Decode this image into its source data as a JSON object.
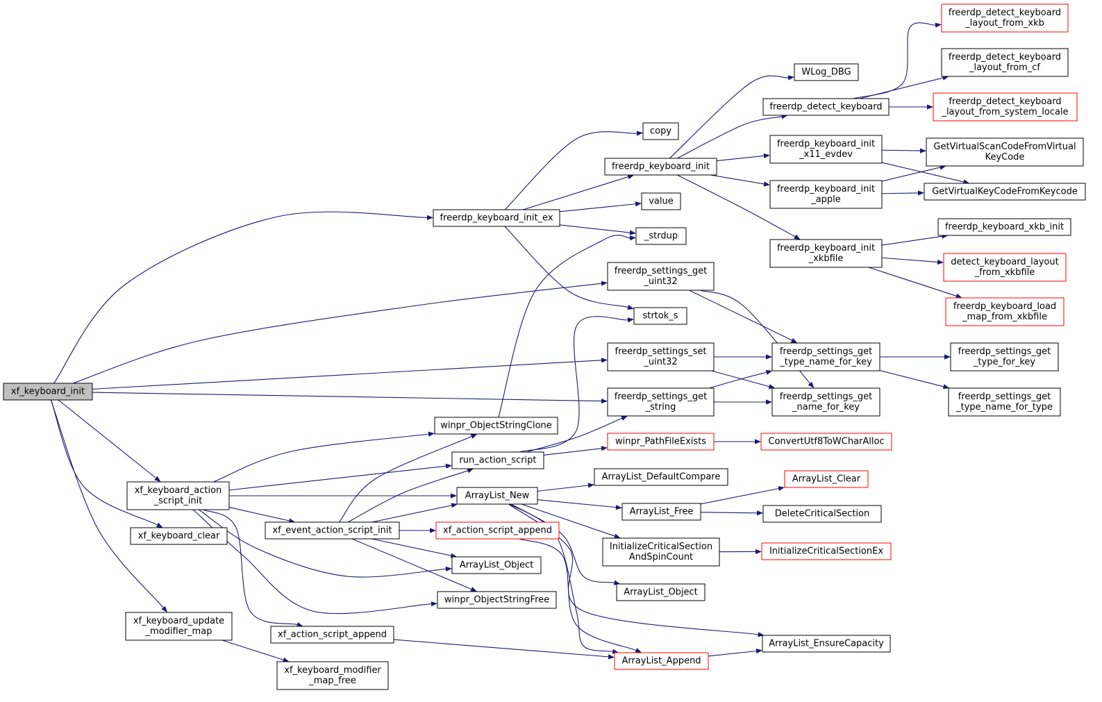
{
  "diagram": {
    "nodes": [
      {
        "id": "n0",
        "lines": [
          "xf_keyboard_init"
        ],
        "color": "root"
      },
      {
        "id": "n1",
        "lines": [
          "freerdp_keyboard_init_ex"
        ],
        "color": "black"
      },
      {
        "id": "n2",
        "lines": [
          "freerdp_settings_get",
          "_uint32"
        ],
        "color": "black"
      },
      {
        "id": "n3",
        "lines": [
          "freerdp_settings_set",
          "_uint32"
        ],
        "color": "black"
      },
      {
        "id": "n4",
        "lines": [
          "freerdp_settings_get",
          "_string"
        ],
        "color": "black"
      },
      {
        "id": "n5",
        "lines": [
          "xf_keyboard_action",
          "_script_init"
        ],
        "color": "black"
      },
      {
        "id": "n6",
        "lines": [
          "xf_keyboard_clear"
        ],
        "color": "black"
      },
      {
        "id": "n7",
        "lines": [
          "xf_keyboard_update",
          "_modifier_map"
        ],
        "color": "black"
      },
      {
        "id": "n8",
        "lines": [
          "xf_keyboard_modifier",
          "_map_free"
        ],
        "color": "black"
      },
      {
        "id": "n9",
        "lines": [
          "copy"
        ],
        "color": "black"
      },
      {
        "id": "n10",
        "lines": [
          "freerdp_keyboard_init"
        ],
        "color": "black"
      },
      {
        "id": "n11",
        "lines": [
          "value"
        ],
        "color": "black"
      },
      {
        "id": "n12",
        "lines": [
          "_strdup"
        ],
        "color": "black"
      },
      {
        "id": "n13",
        "lines": [
          "strtok_s"
        ],
        "color": "black"
      },
      {
        "id": "n14",
        "lines": [
          "WLog_DBG"
        ],
        "color": "black"
      },
      {
        "id": "n15",
        "lines": [
          "freerdp_detect_keyboard"
        ],
        "color": "black"
      },
      {
        "id": "n16",
        "lines": [
          "freerdp_keyboard_init",
          "_x11_evdev"
        ],
        "color": "black"
      },
      {
        "id": "n17",
        "lines": [
          "freerdp_keyboard_init",
          "_apple"
        ],
        "color": "black"
      },
      {
        "id": "n18",
        "lines": [
          "freerdp_keyboard_init",
          "_xkbfile"
        ],
        "color": "black"
      },
      {
        "id": "n19",
        "lines": [
          "freerdp_detect_keyboard",
          "_layout_from_xkb"
        ],
        "color": "red"
      },
      {
        "id": "n20",
        "lines": [
          "freerdp_detect_keyboard",
          "_layout_from_cf"
        ],
        "color": "black"
      },
      {
        "id": "n21",
        "lines": [
          "freerdp_detect_keyboard",
          "_layout_from_system_locale"
        ],
        "color": "red"
      },
      {
        "id": "n22",
        "lines": [
          "GetVirtualScanCodeFromVirtual",
          "KeyCode"
        ],
        "color": "black"
      },
      {
        "id": "n23",
        "lines": [
          "GetVirtualKeyCodeFromKeycode"
        ],
        "color": "black"
      },
      {
        "id": "n24",
        "lines": [
          "freerdp_keyboard_xkb_init"
        ],
        "color": "black"
      },
      {
        "id": "n25",
        "lines": [
          "detect_keyboard_layout",
          "_from_xkbfile"
        ],
        "color": "red"
      },
      {
        "id": "n26",
        "lines": [
          "freerdp_keyboard_load",
          "_map_from_xkbfile"
        ],
        "color": "red"
      },
      {
        "id": "n27",
        "lines": [
          "freerdp_settings_get",
          "_type_name_for_key"
        ],
        "color": "black"
      },
      {
        "id": "n28",
        "lines": [
          "freerdp_settings_get",
          "_name_for_key"
        ],
        "color": "black"
      },
      {
        "id": "n29",
        "lines": [
          "freerdp_settings_get",
          "_type_for_key"
        ],
        "color": "black"
      },
      {
        "id": "n30",
        "lines": [
          "freerdp_settings_get",
          "_type_name_for_type"
        ],
        "color": "black"
      },
      {
        "id": "n31",
        "lines": [
          "winpr_ObjectStringClone"
        ],
        "color": "black"
      },
      {
        "id": "n32",
        "lines": [
          "run_action_script"
        ],
        "color": "black"
      },
      {
        "id": "n33",
        "lines": [
          "ArrayList_New"
        ],
        "color": "black"
      },
      {
        "id": "n34",
        "lines": [
          "xf_event_action_script_init"
        ],
        "color": "black"
      },
      {
        "id": "n35",
        "lines": [
          "xf_action_script_append"
        ],
        "color": "red"
      },
      {
        "id": "n36",
        "lines": [
          "ArrayList_Object"
        ],
        "color": "black"
      },
      {
        "id": "n37",
        "lines": [
          "winpr_ObjectStringFree"
        ],
        "color": "black"
      },
      {
        "id": "n38",
        "lines": [
          "xf_action_script_append"
        ],
        "color": "black"
      },
      {
        "id": "n39",
        "lines": [
          "winpr_PathFileExists"
        ],
        "color": "red"
      },
      {
        "id": "n40",
        "lines": [
          "ConvertUtf8ToWCharAlloc"
        ],
        "color": "red"
      },
      {
        "id": "n41",
        "lines": [
          "ArrayList_DefaultCompare"
        ],
        "color": "black"
      },
      {
        "id": "n42",
        "lines": [
          "ArrayList_Free"
        ],
        "color": "black"
      },
      {
        "id": "n43",
        "lines": [
          "InitializeCriticalSection",
          "AndSpinCount"
        ],
        "color": "black"
      },
      {
        "id": "n44",
        "lines": [
          "ArrayList_Object"
        ],
        "color": "black"
      },
      {
        "id": "n45",
        "lines": [
          "ArrayList_Clear"
        ],
        "color": "red"
      },
      {
        "id": "n46",
        "lines": [
          "DeleteCriticalSection"
        ],
        "color": "black"
      },
      {
        "id": "n47",
        "lines": [
          "InitializeCriticalSectionEx"
        ],
        "color": "red"
      },
      {
        "id": "n48",
        "lines": [
          "ArrayList_EnsureCapacity"
        ],
        "color": "black"
      },
      {
        "id": "n49",
        "lines": [
          "ArrayList_Append"
        ],
        "color": "red"
      }
    ],
    "edges": [
      {
        "from": "n0",
        "to": "n1"
      },
      {
        "from": "n0",
        "to": "n2"
      },
      {
        "from": "n0",
        "to": "n3"
      },
      {
        "from": "n0",
        "to": "n4"
      },
      {
        "from": "n0",
        "to": "n5"
      },
      {
        "from": "n0",
        "to": "n6"
      },
      {
        "from": "n0",
        "to": "n7"
      },
      {
        "from": "n1",
        "to": "n9"
      },
      {
        "from": "n1",
        "to": "n10"
      },
      {
        "from": "n1",
        "to": "n11"
      },
      {
        "from": "n1",
        "to": "n12"
      },
      {
        "from": "n1",
        "to": "n13"
      },
      {
        "from": "n10",
        "to": "n14"
      },
      {
        "from": "n10",
        "to": "n15"
      },
      {
        "from": "n10",
        "to": "n16"
      },
      {
        "from": "n10",
        "to": "n17"
      },
      {
        "from": "n10",
        "to": "n18"
      },
      {
        "from": "n15",
        "to": "n19"
      },
      {
        "from": "n15",
        "to": "n20"
      },
      {
        "from": "n15",
        "to": "n21"
      },
      {
        "from": "n16",
        "to": "n22"
      },
      {
        "from": "n16",
        "to": "n23"
      },
      {
        "from": "n17",
        "to": "n22"
      },
      {
        "from": "n17",
        "to": "n23"
      },
      {
        "from": "n18",
        "to": "n24"
      },
      {
        "from": "n18",
        "to": "n25"
      },
      {
        "from": "n18",
        "to": "n26"
      },
      {
        "from": "n2",
        "to": "n27"
      },
      {
        "from": "n2",
        "to": "n28"
      },
      {
        "from": "n3",
        "to": "n27"
      },
      {
        "from": "n3",
        "to": "n28"
      },
      {
        "from": "n4",
        "to": "n27"
      },
      {
        "from": "n4",
        "to": "n28"
      },
      {
        "from": "n27",
        "to": "n29"
      },
      {
        "from": "n27",
        "to": "n30"
      },
      {
        "from": "n5",
        "to": "n31"
      },
      {
        "from": "n5",
        "to": "n32"
      },
      {
        "from": "n5",
        "to": "n33"
      },
      {
        "from": "n5",
        "to": "n34"
      },
      {
        "from": "n5",
        "to": "n36"
      },
      {
        "from": "n5",
        "to": "n37"
      },
      {
        "from": "n5",
        "to": "n38"
      },
      {
        "from": "n31",
        "to": "n12"
      },
      {
        "from": "n32",
        "to": "n13"
      },
      {
        "from": "n32",
        "to": "n4"
      },
      {
        "from": "n32",
        "to": "n39"
      },
      {
        "from": "n39",
        "to": "n40"
      },
      {
        "from": "n34",
        "to": "n31"
      },
      {
        "from": "n34",
        "to": "n32"
      },
      {
        "from": "n34",
        "to": "n33"
      },
      {
        "from": "n34",
        "to": "n35"
      },
      {
        "from": "n34",
        "to": "n36"
      },
      {
        "from": "n34",
        "to": "n37"
      },
      {
        "from": "n33",
        "to": "n41"
      },
      {
        "from": "n33",
        "to": "n42"
      },
      {
        "from": "n33",
        "to": "n43"
      },
      {
        "from": "n33",
        "to": "n44"
      },
      {
        "from": "n33",
        "to": "n48"
      },
      {
        "from": "n33",
        "to": "n49"
      },
      {
        "from": "n42",
        "to": "n45"
      },
      {
        "from": "n42",
        "to": "n46"
      },
      {
        "from": "n43",
        "to": "n47"
      },
      {
        "from": "n35",
        "to": "n49"
      },
      {
        "from": "n38",
        "to": "n49"
      },
      {
        "from": "n49",
        "to": "n48"
      },
      {
        "from": "n7",
        "to": "n8"
      }
    ]
  }
}
